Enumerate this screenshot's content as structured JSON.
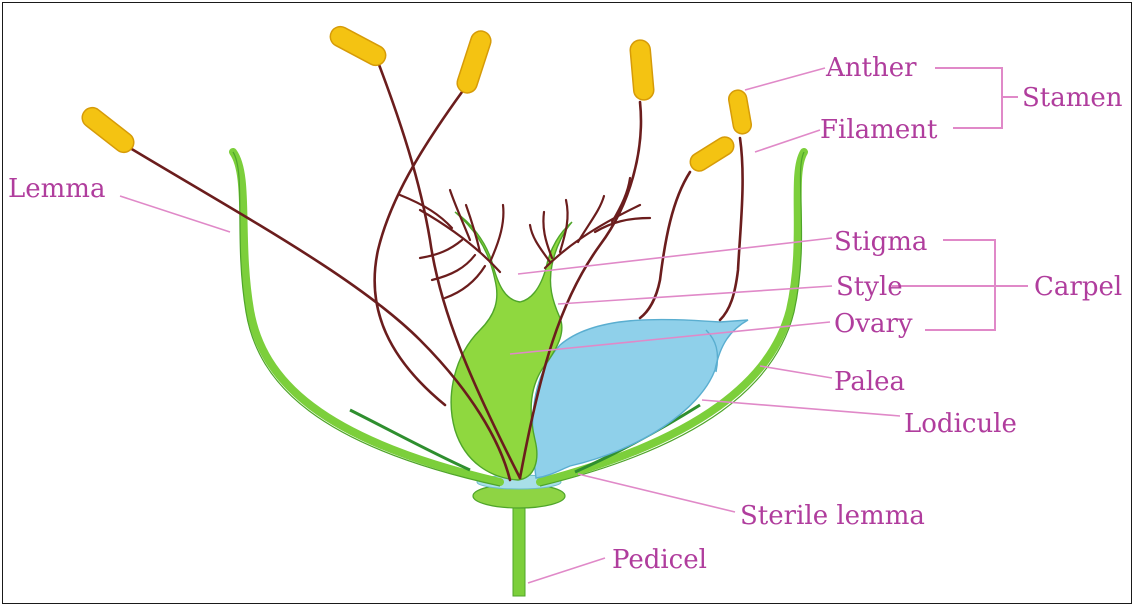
{
  "labels": {
    "anther": "Anther",
    "filament": "Filament",
    "stamen": "Stamen",
    "lemma": "Lemma",
    "stigma": "Stigma",
    "style": "Style",
    "carpel": "Carpel",
    "ovary": "Ovary",
    "palea": "Palea",
    "lodicule": "Lodicule",
    "sterile_lemma": "Sterile lemma",
    "pedicel": "Pedicel"
  },
  "colors": {
    "label_text": "#b03d9d",
    "leader_line": "#e089c8",
    "lemma_green": "#7ccf3b",
    "ovary_green": "#8fd83f",
    "palea_blue": "#8fd0ea",
    "anther_yellow": "#f4c312",
    "filament_brown": "#6b1d1d"
  }
}
